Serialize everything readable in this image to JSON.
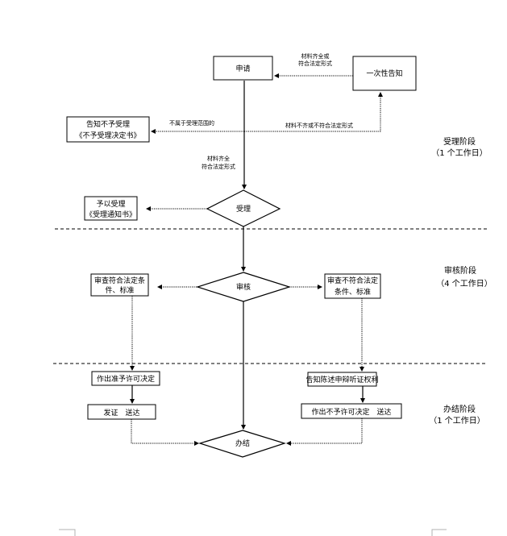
{
  "nodes": {
    "apply": "申请",
    "one_time_notice": "一次性告知",
    "reject_notice": [
      "告知不予受理",
      "《不予受理决定书》"
    ],
    "accept_decision": "受理",
    "accept_notice": [
      "予以受理",
      "《受理通知书》"
    ],
    "review_decision": "审核",
    "review_pass": [
      "审查符合法定条",
      "件、标准"
    ],
    "review_fail": [
      "审查不符合法定",
      "条件、标准"
    ],
    "grant_decision": "作出准予许可决定",
    "grant_deliver": "发证　送达",
    "hearing_notice": "告知陈述申辩听证权利",
    "deny_deliver": "作出不予许可决定　送达",
    "finish": "办结"
  },
  "edge_labels": {
    "complete_materials_top": [
      "材料齐全或",
      "符合法定形式"
    ],
    "out_of_scope": "不属于受理范围的",
    "incomplete_materials": "材料不齐或不符合法定形式",
    "complete_materials_mid": [
      "材料齐全",
      "符合法定形式"
    ]
  },
  "stages": [
    {
      "name": "受理阶段",
      "duration": "（1 个工作日）"
    },
    {
      "name": "审核阶段",
      "duration": "（4 个工作日）"
    },
    {
      "name": "办结阶段",
      "duration": "（1 个工作日）"
    }
  ]
}
